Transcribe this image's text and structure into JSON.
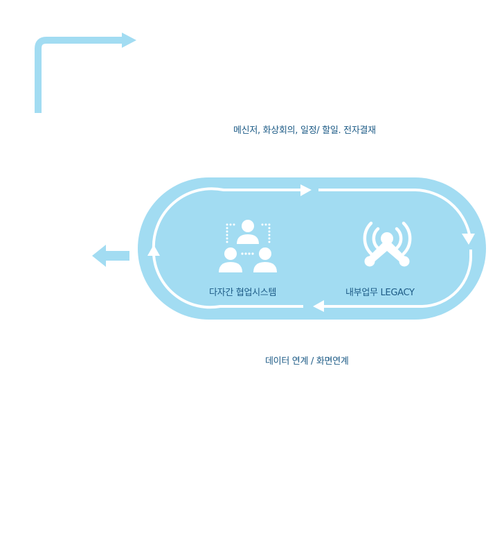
{
  "labels": {
    "top": "메신저, 화상회의, 일정/ 할일. 전자결재",
    "bottom": "데이터 연계 / 화면연계"
  },
  "nodes": {
    "left": {
      "label": "다자간 협업시스템",
      "icon": "users-collaboration-icon"
    },
    "right": {
      "label": "내부업무 LEGACY",
      "icon": "wireless-network-icon"
    }
  },
  "colors": {
    "primary_light": "#a2dcf2",
    "primary_dark": "#1d5b86",
    "white": "#ffffff"
  }
}
